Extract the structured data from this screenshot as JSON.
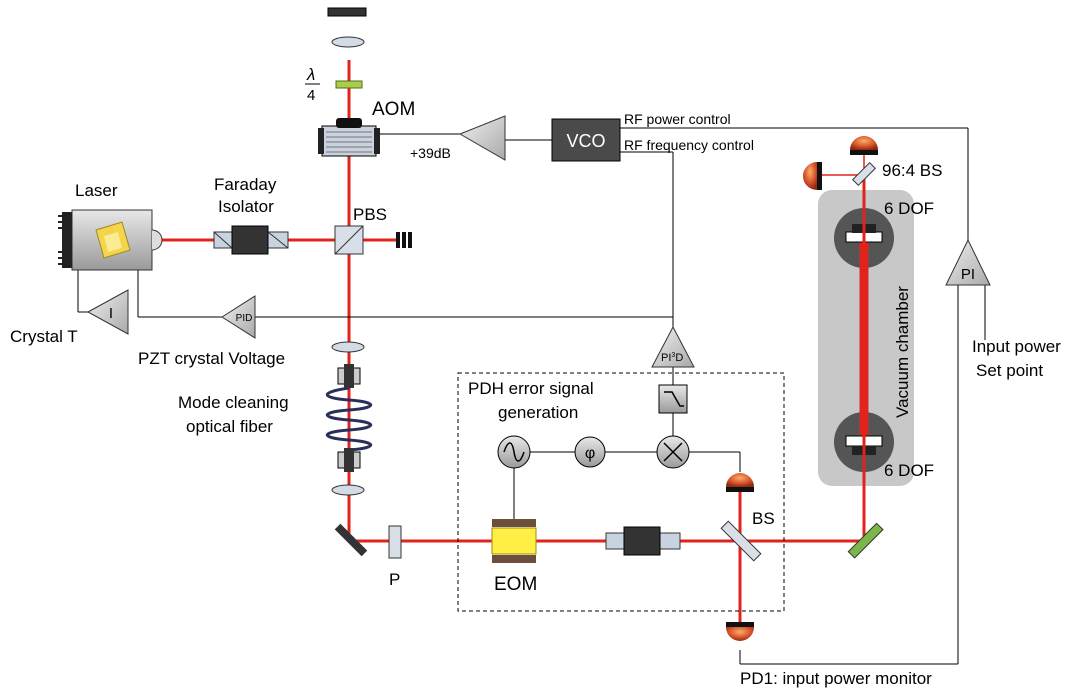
{
  "labels": {
    "laser": "Laser",
    "faraday_line1": "Faraday",
    "faraday_line2": "Isolator",
    "pbs": "PBS",
    "aom": "AOM",
    "lambda": "λ",
    "four": "4",
    "gain": "+39dB",
    "vco": "VCO",
    "rf_power": "RF power control",
    "rf_freq": "RF frequency control",
    "crystal_t": "Crystal T",
    "i_amp": "I",
    "pid": "PID",
    "pzt": "PZT crystal Voltage",
    "pi3d_pi": "PI",
    "pi3d_sup": "3",
    "pi3d_d": "D",
    "fiber_line1": "Mode cleaning",
    "fiber_line2": "optical fiber",
    "pdh_line1": "PDH error signal",
    "pdh_line2": "generation",
    "phi": "φ",
    "eom": "EOM",
    "p": "P",
    "bs": "BS",
    "bs_9604": "96:4 BS",
    "dof_top": "6 DOF",
    "dof_bottom": "6 DOF",
    "vacuum": "Vacuum chamber",
    "pi_amp": "PI",
    "input_line1": "Input power",
    "input_line2": "Set point",
    "pd1": "PD1: input power monitor"
  },
  "colors": {
    "beam": "#e0231b",
    "chamber": "#c8c8c8",
    "photodiode": "#d9532b",
    "mirror": "#222222",
    "green_mirror": "#7ab648",
    "eom_crystal": "#ffee44",
    "box": "#4a4a4a"
  }
}
